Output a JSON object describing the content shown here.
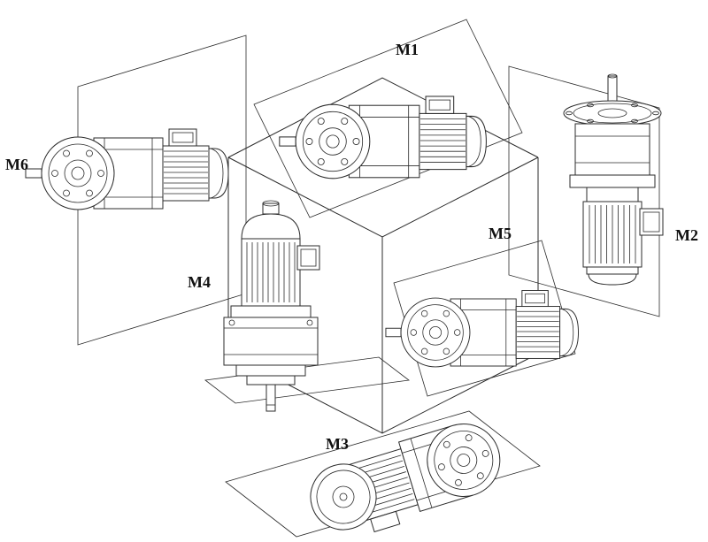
{
  "figure": {
    "labels": {
      "m1": "M1",
      "m2": "M2",
      "m3": "M3",
      "m4": "M4",
      "m5": "M5",
      "m6": "M6"
    }
  },
  "colors": {
    "line": "#2b2b2b",
    "background": "#ffffff"
  }
}
